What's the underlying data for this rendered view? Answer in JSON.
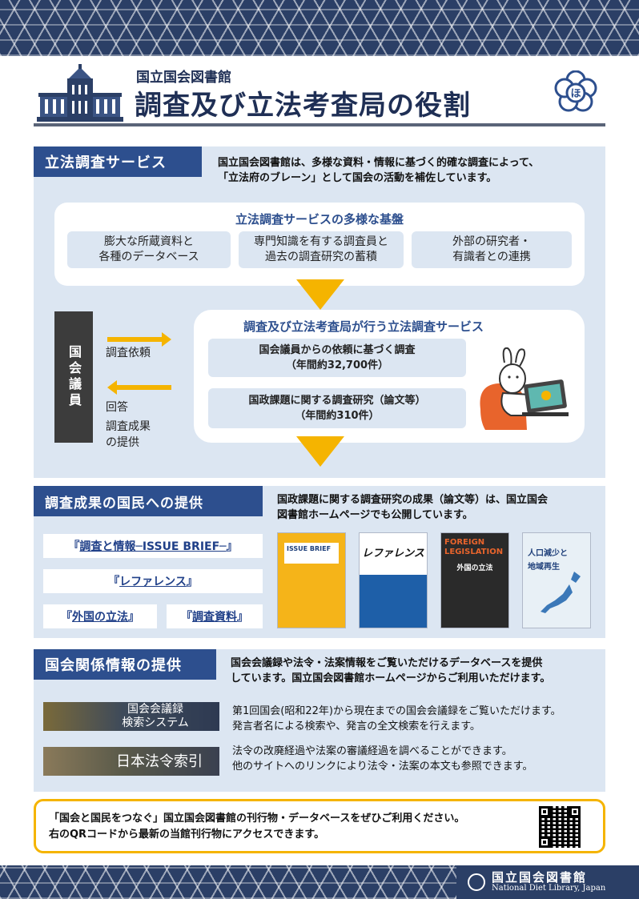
{
  "header": {
    "org": "国立国会図書館",
    "title": "調査及び立法考査局の役割",
    "flower_text": "ほ"
  },
  "section1": {
    "label": "立法調査サービス",
    "desc_line1": "国立国会図書館は、多様な資料・情報に基づく的確な調査によって、",
    "desc_line2": "「立法府のブレーン」として国会の活動を補佐しています。",
    "foundation_title": "立法調査サービスの多様な基盤",
    "foundations": [
      {
        "line1": "膨大な所蔵資料と",
        "line2": "各種のデータベース"
      },
      {
        "line1": "専門知識を有する調査員と",
        "line2": "過去の調査研究の蓄積"
      },
      {
        "line1": "外部の研究者・",
        "line2": "有識者との連携"
      }
    ],
    "diet_label": "国会議員",
    "request_label": "調査依頼",
    "answer_label": "回答",
    "results_line1": "調査成果",
    "results_line2": "の提供",
    "services_title": "調査及び立法考査局が行う立法調査サービス",
    "services": [
      {
        "line1": "国会議員からの依頼に基づく調査",
        "line2": "（年間約32,700件）"
      },
      {
        "line1": "国政課題に関する調査研究（論文等）",
        "line2": "（年間約310件）"
      }
    ]
  },
  "section2": {
    "label": "調査成果の国民への提供",
    "desc_line1": "国政課題に関する調査研究の成果（論文等）は、国立国会",
    "desc_line2": "図書館ホームページでも公開しています。",
    "pubs": [
      {
        "open": "『",
        "name": "調査と情報─ISSUE BRIEF─",
        "close": "』"
      },
      {
        "open": "『",
        "name": "レファレンス",
        "close": "』"
      },
      {
        "open": "『",
        "name": "外国の立法",
        "close": "』"
      },
      {
        "open": "『",
        "name": "調査資料",
        "close": "』"
      }
    ],
    "covers": [
      {
        "name": "ISSUE BRIEF",
        "color": "#f5b419"
      },
      {
        "name": "レファレンス",
        "color": "#1e5fa8"
      },
      {
        "name": "FOREIGN LEGISLATION",
        "sub": "外国の立法",
        "color": "#2a2a2a"
      },
      {
        "name": "人口減少と",
        "sub": "地域再生",
        "color": "#e8f0f6"
      }
    ]
  },
  "section3": {
    "label": "国会関係情報の提供",
    "desc_line1": "国会会議録や法令・法案情報をご覧いただけるデータベースを提供",
    "desc_line2": "しています。国立国会図書館ホームページからご利用いただけます。",
    "dbs": [
      {
        "line1": "国会会議録",
        "line2": "検索システム",
        "desc1": "第1回国会(昭和22年)から現在までの国会会議録をご覧いただけます。",
        "desc2": "発言者名による検索や、発言の全文検索を行えます。"
      },
      {
        "line1": "日本法令索引",
        "line2": "",
        "desc1": "法令の改廃経過や法案の審議経過を調べることができます。",
        "desc2": "他のサイトへのリンクにより法令・法案の本文も参照できます。"
      }
    ]
  },
  "cta": {
    "line1": "「国会と国民をつなぐ」国立国会図書館の刊行物・データベースをぜひご利用ください。",
    "line2": "右のQRコードから最新の当館刊行物にアクセスできます。"
  },
  "footer": {
    "jp": "国立国会図書館",
    "en": "National Diet Library, Japan"
  },
  "colors": {
    "navy": "#2d4f8e",
    "accent": "#f5b400",
    "panel_bg": "#dce6f2"
  }
}
